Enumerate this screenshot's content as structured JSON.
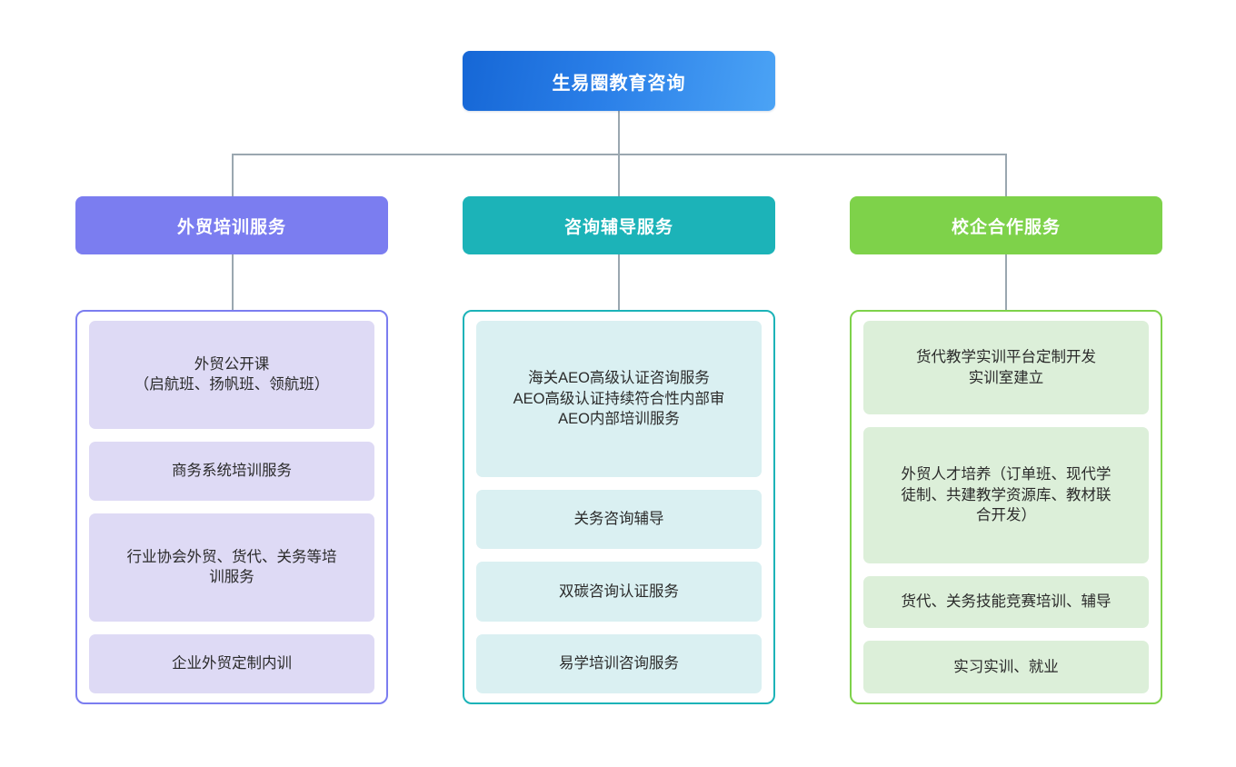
{
  "diagram": {
    "type": "organization-chart",
    "orientation": "top-down",
    "root": {
      "label": "生易圈教育咨询",
      "color": "#2a7fe8",
      "gradient_from": "#1667d6",
      "gradient_to": "#4ba3f5"
    },
    "connector_color": "#9aa7b0",
    "background": "#ffffff",
    "branches": [
      {
        "header": "外贸培训服务",
        "header_color": "#7b7df0",
        "border_color": "#7b7df0",
        "item_color": "#dedaf5",
        "items": [
          {
            "lines": [
              "外贸公开课",
              "（启航班、扬帆班、领航班）"
            ]
          },
          {
            "lines": [
              "商务系统培训服务"
            ]
          },
          {
            "lines": [
              "行业协会外贸、货代、关务等培",
              "训服务"
            ]
          },
          {
            "lines": [
              "企业外贸定制内训"
            ]
          }
        ]
      },
      {
        "header": "咨询辅导服务",
        "header_color": "#1cb3b8",
        "border_color": "#1cb3b8",
        "item_color": "#daf0f2",
        "items": [
          {
            "lines": [
              "海关AEO高级认证咨询服务",
              "AEO高级认证持续符合性内部审",
              "AEO内部培训服务"
            ]
          },
          {
            "lines": [
              "关务咨询辅导"
            ]
          },
          {
            "lines": [
              "双碳咨询认证服务"
            ]
          },
          {
            "lines": [
              "易学培训咨询服务"
            ]
          }
        ]
      },
      {
        "header": "校企合作服务",
        "header_color": "#7ed24a",
        "border_color": "#7ed24a",
        "item_color": "#dcefd9",
        "items": [
          {
            "lines": [
              "货代教学实训平台定制开发",
              "实训室建立"
            ]
          },
          {
            "lines": [
              "外贸人才培养（订单班、现代学",
              "徒制、共建教学资源库、教材联",
              "合开发）"
            ]
          },
          {
            "lines": [
              "货代、关务技能竞赛培训、辅导"
            ]
          },
          {
            "lines": [
              "实习实训、就业"
            ]
          }
        ]
      }
    ]
  }
}
